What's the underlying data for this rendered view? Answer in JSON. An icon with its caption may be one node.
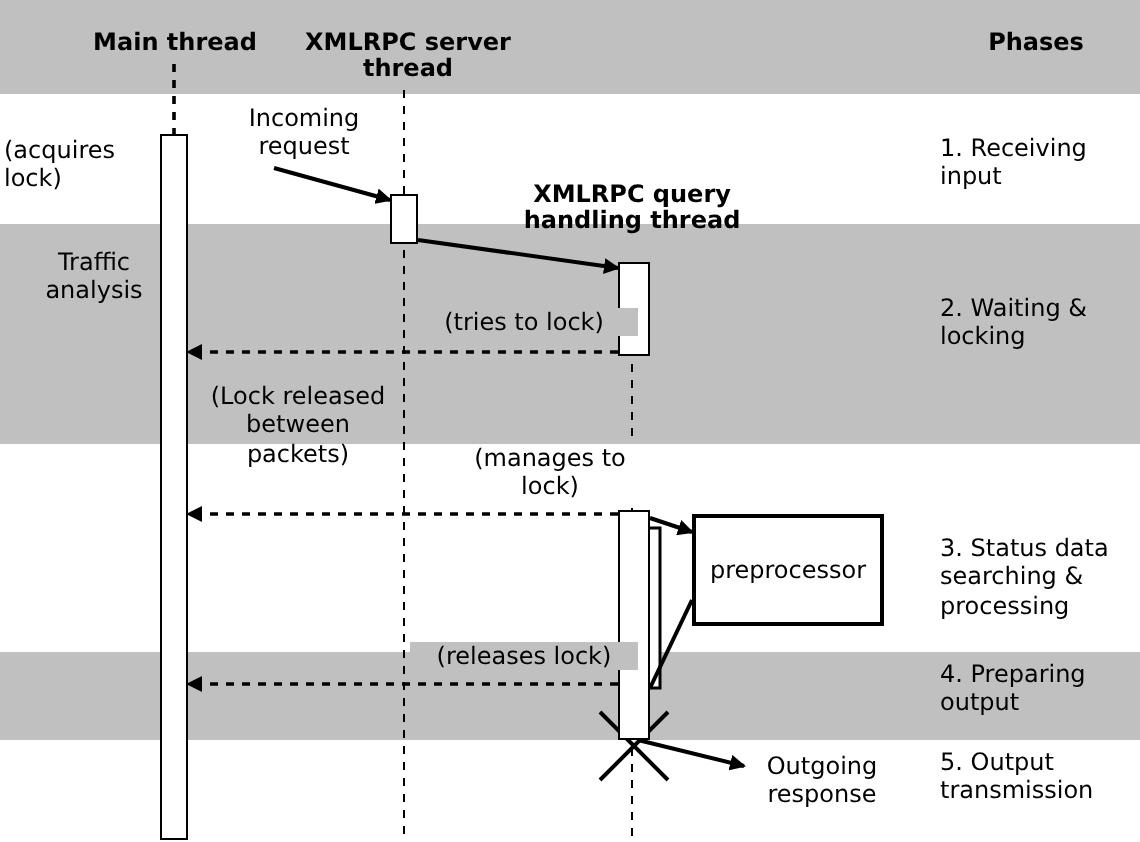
{
  "diagram": {
    "nodes": [
      {
        "text": [
          "Main thread"
        ]
      },
      {
        "text": [
          "XMLRPC server thread"
        ]
      },
      {
        "text": [
          "XMLRPC query handling thread"
        ]
      },
      {
        "text": [
          "Phases"
        ]
      },
      {
        "text": [],
        "shape": "bar"
      },
      {
        "text": [],
        "shape": "bar"
      },
      {
        "text": [],
        "shape": "bar"
      },
      {
        "text": [],
        "shape": "bar"
      },
      {
        "text": [
          "preprocessor"
        ]
      },
      {
        "text": [
          "Incoming request"
        ]
      },
      {
        "text": [
          "Outgoing response"
        ]
      }
    ],
    "edges": [
      {
        "from": 9,
        "to": 5,
        "arrow": "to"
      },
      {
        "from": 5,
        "to": 6,
        "arrow": "to"
      },
      {
        "from": 6,
        "to": 4,
        "arrow": "to",
        "style": "dashed",
        "label": "(tries to lock)"
      },
      {
        "from": 7,
        "to": 4,
        "arrow": "to",
        "style": "dashed",
        "label": "(manages to lock)"
      },
      {
        "from": 7,
        "to": 8,
        "arrow": "to"
      },
      {
        "from": 8,
        "to": 7,
        "arrow": "none"
      },
      {
        "from": 7,
        "to": 4,
        "arrow": "to",
        "style": "dashed",
        "label": "(releases lock)"
      },
      {
        "from": 7,
        "to": 10,
        "arrow": "to"
      },
      {
        "from": 0,
        "to": 4,
        "arrow": "none",
        "style": "dashed"
      }
    ],
    "labels": [
      "(acquires lock)",
      "1. Receiving input",
      "Traffic analysis",
      "2. Waiting & locking",
      "(Lock released between packets)",
      "3. Status data searching & processing",
      "4. Preparing output",
      "5. Output transmission"
    ]
  }
}
